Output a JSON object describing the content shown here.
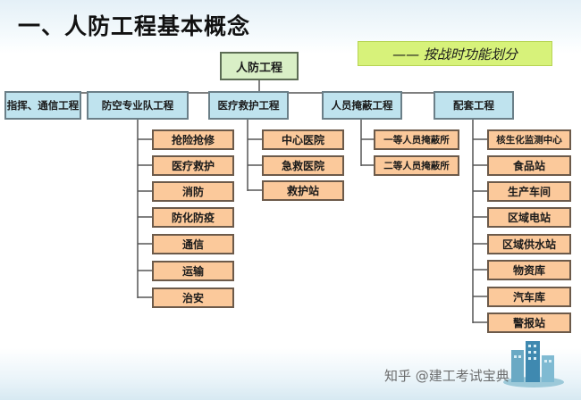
{
  "title": "一、人防工程基本概念",
  "legend": "——   按战时功能划分",
  "root": "人防工程",
  "categories": [
    "指挥、通信工程",
    "防空专业队工程",
    "医疗救护工程",
    "人员掩蔽工程",
    "配套工程"
  ],
  "groups": {
    "defense_team": [
      "抢险抢修",
      "医疗救护",
      "消防",
      "防化防疫",
      "通信",
      "运输",
      "治安"
    ],
    "medical": [
      "中心医院",
      "急救医院",
      "救护站"
    ],
    "shelter": [
      "一等人员掩蔽所",
      "二等人员掩蔽所"
    ],
    "support": [
      "核生化监测中心",
      "食品站",
      "生产车间",
      "区域电站",
      "区域供水站",
      "物资库",
      "汽车库",
      "警报站"
    ]
  },
  "watermark": "知乎 @建工考试宝典"
}
